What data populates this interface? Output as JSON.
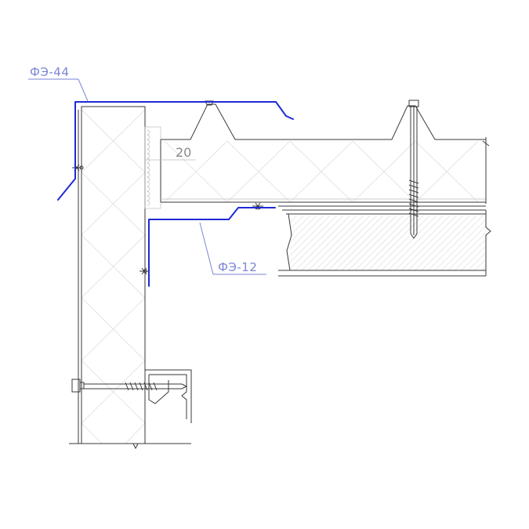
{
  "drawing": {
    "labels": {
      "top_flashing": "ФЭ-44",
      "inner_flashing": "ФЭ-12",
      "dimension": "20"
    }
  },
  "colors": {
    "flashing": "#1f2bd6",
    "label": "#7b86d6",
    "dimension": "#8a8a8a",
    "line": "#3a3a3a"
  }
}
